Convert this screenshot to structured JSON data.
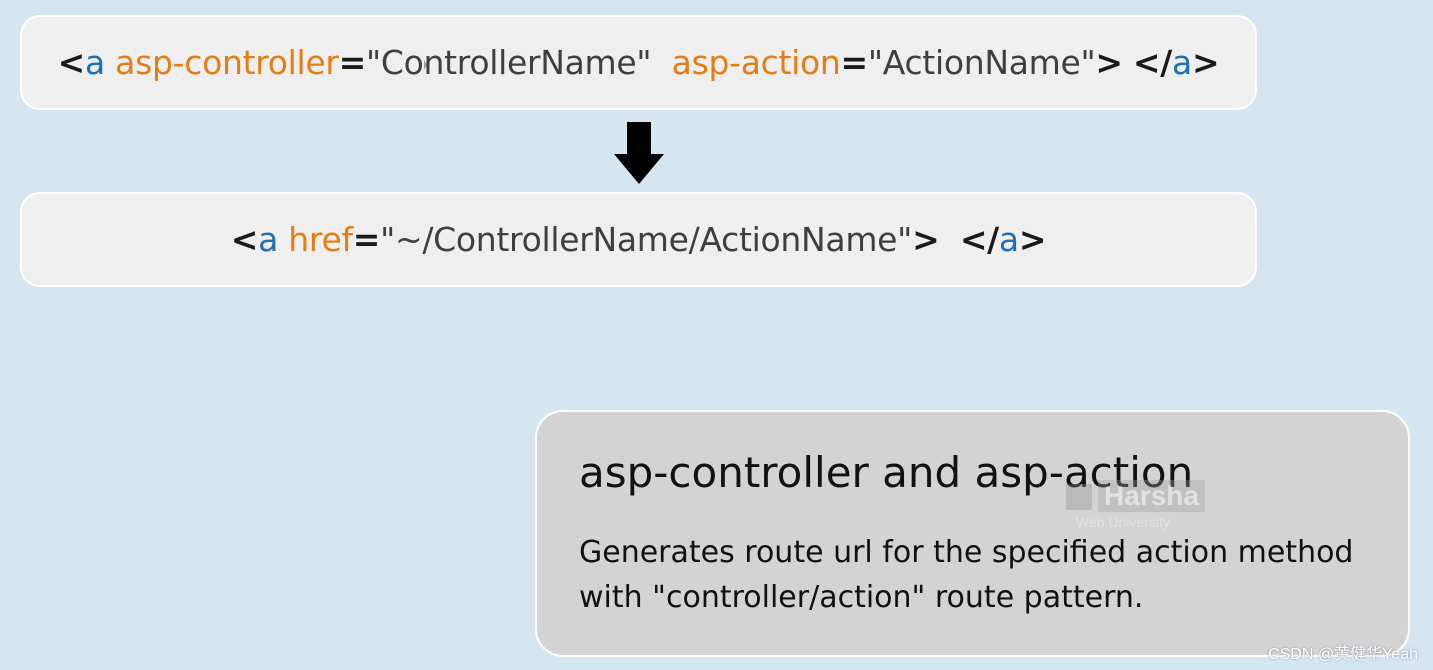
{
  "code_top": {
    "open_lt": "<",
    "tag": "a",
    "attr1": "asp-controller",
    "eq1": "=",
    "val1": "\"ControllerName\"",
    "attr2": "asp-action",
    "eq2": "=",
    "val2": "\"ActionName\"",
    "open_gt": ">",
    "close_lt": "</",
    "close_tag": "a",
    "close_gt": ">"
  },
  "code_bottom": {
    "open_lt": "<",
    "tag": "a",
    "attr": "href",
    "eq": "=",
    "val": "\"~/ControllerName/ActionName\"",
    "open_gt": ">",
    "close_lt": "</",
    "close_tag": "a",
    "close_gt": ">"
  },
  "arrow": {
    "icon": "down-arrow-icon",
    "color": "#000000"
  },
  "info": {
    "title": "asp-controller and asp-action",
    "description": "Generates route url for the specified action method with \"controller/action\" route pattern."
  },
  "watermark": {
    "name": "Harsha",
    "subtitle": "Web University"
  },
  "footer": {
    "credit": "CSDN @黄健华Yeah"
  },
  "colors": {
    "background": "#d6e6f1",
    "code_box": "#efefef",
    "tag": "#1f6fb5",
    "attribute": "#e47d12",
    "value": "#3f3f3f",
    "card": "#d3d3d3"
  }
}
